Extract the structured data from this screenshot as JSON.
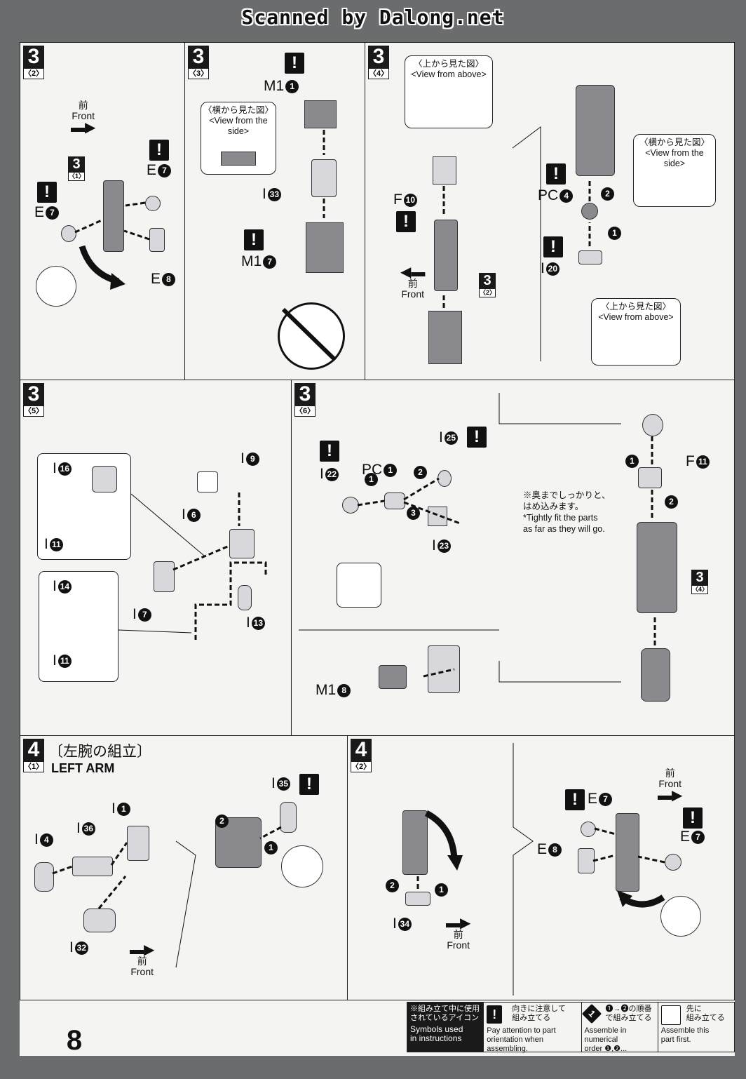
{
  "header": {
    "scan_credit": "Scanned by Dalong.net"
  },
  "panels": {
    "p32": {
      "step": "3",
      "sub": "〈2〉",
      "front_jp": "前",
      "front_en": "Front",
      "inset_step": "3",
      "inset_sub": "〈1〉",
      "parts": [
        "E",
        "E",
        "E"
      ],
      "part_nums": [
        "7",
        "7",
        "8"
      ]
    },
    "p33": {
      "step": "3",
      "sub": "〈3〉",
      "callout_jp": "〈横から見た図〉",
      "callout_en": "<View from the side>",
      "parts": [
        "M1",
        "I",
        "M1"
      ],
      "part_nums": [
        "1",
        "33",
        "7"
      ]
    },
    "p34": {
      "step": "3",
      "sub": "〈4〉",
      "callout1_jp": "〈上から見た図〉",
      "callout1_en": "<View from above>",
      "callout2_jp": "〈横から見た図〉",
      "callout2_en": "<View from the side>",
      "callout3_jp": "〈上から見た図〉",
      "callout3_en": "<View from above>",
      "front_jp": "前",
      "front_en": "Front",
      "ref_step": "3",
      "ref_sub": "〈2〉",
      "parts": [
        "F",
        "PC",
        "I"
      ],
      "part_nums": [
        "10",
        "4",
        "20"
      ],
      "order": [
        "1",
        "2"
      ]
    },
    "p35": {
      "step": "3",
      "sub": "〈5〉",
      "parts": [
        "I",
        "I",
        "I",
        "I",
        "I",
        "I",
        "I",
        "I"
      ],
      "part_nums": [
        "16",
        "11",
        "14",
        "11",
        "9",
        "6",
        "7",
        "13"
      ]
    },
    "p36": {
      "step": "3",
      "sub": "〈6〉",
      "parts": [
        "I",
        "PC",
        "I",
        "I",
        "F",
        "M1"
      ],
      "part_nums": [
        "22",
        "1",
        "25",
        "23",
        "11",
        "8"
      ],
      "order": [
        "1",
        "2",
        "3",
        "1",
        "2"
      ],
      "note_jp1": "※奥までしっかりと、",
      "note_jp2": "はめ込みます。",
      "note_en1": "*Tightly fit the parts",
      "note_en2": "as far as they will go.",
      "ref_step": "3",
      "ref_sub": "〈4〉"
    },
    "p41": {
      "step": "4",
      "sub": "〈1〉",
      "title_jp": "〔左腕の組立〕",
      "title_en": "LEFT ARM",
      "front_jp": "前",
      "front_en": "Front",
      "parts": [
        "I",
        "I",
        "I",
        "I",
        "I"
      ],
      "part_nums": [
        "1",
        "4",
        "36",
        "32",
        "35"
      ],
      "order": [
        "1",
        "2"
      ]
    },
    "p42": {
      "step": "4",
      "sub": "〈2〉",
      "front_jp": "前",
      "front_en": "Front",
      "parts": [
        "I",
        "E",
        "E",
        "E"
      ],
      "part_nums": [
        "34",
        "7",
        "8",
        "7"
      ],
      "order": [
        "1",
        "2"
      ]
    }
  },
  "legend": {
    "title_jp1": "※組み立て中に使用",
    "title_jp2": "されているアイコン",
    "title_en1": "Symbols used",
    "title_en2": "in instructions",
    "item1_jp1": "向きに注意して",
    "item1_jp2": "組み立てる",
    "item1_en1": "Pay attention to part",
    "item1_en2": "orientation when assembling.",
    "item2_jp1": "❶→❷の順番",
    "item2_jp2": "で組み立てる",
    "item2_en1": "Assemble in numerical",
    "item2_en2": "order ❶,❷...",
    "item3_jp1": "先に",
    "item3_jp2": "組み立てる",
    "item3_en1": "Assemble this",
    "item3_en2": "part first."
  },
  "page_number": "8"
}
